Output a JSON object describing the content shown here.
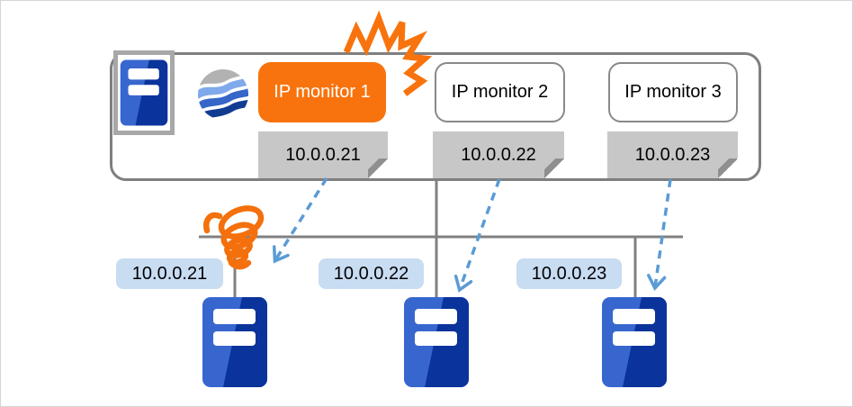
{
  "cluster": {
    "monitors": [
      {
        "label": "IP monitor 1",
        "ip": "10.0.0.21",
        "status": "alert"
      },
      {
        "label": "IP monitor 2",
        "ip": "10.0.0.22",
        "status": "normal"
      },
      {
        "label": "IP monitor 3",
        "ip": "10.0.0.23",
        "status": "normal"
      }
    ]
  },
  "servers": [
    {
      "ip": "10.0.0.21"
    },
    {
      "ip": "10.0.0.22"
    },
    {
      "ip": "10.0.0.23"
    }
  ],
  "icons": {
    "server": "server-icon",
    "logo": "wave-globe-logo-icon",
    "failure_burst": "crash-burst-icon",
    "failure_coil": "broken-link-coil-icon",
    "ping_arrow": "dashed-ping-arrow-icon"
  },
  "colors": {
    "alert_orange": "#F8730D",
    "note_gray": "#C7C7C7",
    "ip_label_blue": "#C8DCF2",
    "server_blue": "#3767CE",
    "server_blue_dark": "#0B339C",
    "line_gray": "#808080",
    "arrow_blue": "#5B9BD5"
  }
}
